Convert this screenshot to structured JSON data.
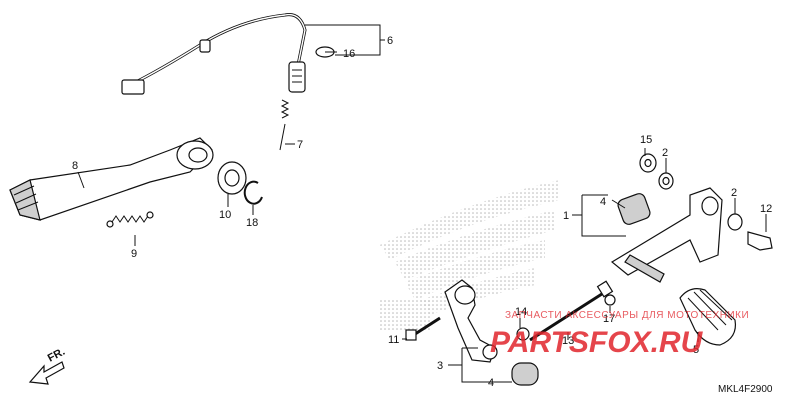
{
  "diagram": {
    "callouts": {
      "c1": "1",
      "c2a": "2",
      "c2b": "2",
      "c3": "3",
      "c4a": "4",
      "c4b": "4",
      "c5": "5",
      "c6": "6",
      "c7": "7",
      "c8": "8",
      "c9": "9",
      "c10": "10",
      "c11": "11",
      "c12": "12",
      "c13": "13",
      "c14": "14",
      "c15": "15",
      "c16": "16",
      "c17": "17",
      "c18": "18"
    },
    "direction_label": "FR.",
    "code": "MKL4F2900",
    "watermark": {
      "text": "ЗАПЧАСТИ АКСЕССУАРЫ ДЛЯ МОТОТЕХНИКИ",
      "site": "PARTSFOX.RU"
    },
    "colors": {
      "watermark_red": "#e0242b",
      "hatch_gray": "#b8b8b8",
      "ink": "#111111"
    }
  }
}
